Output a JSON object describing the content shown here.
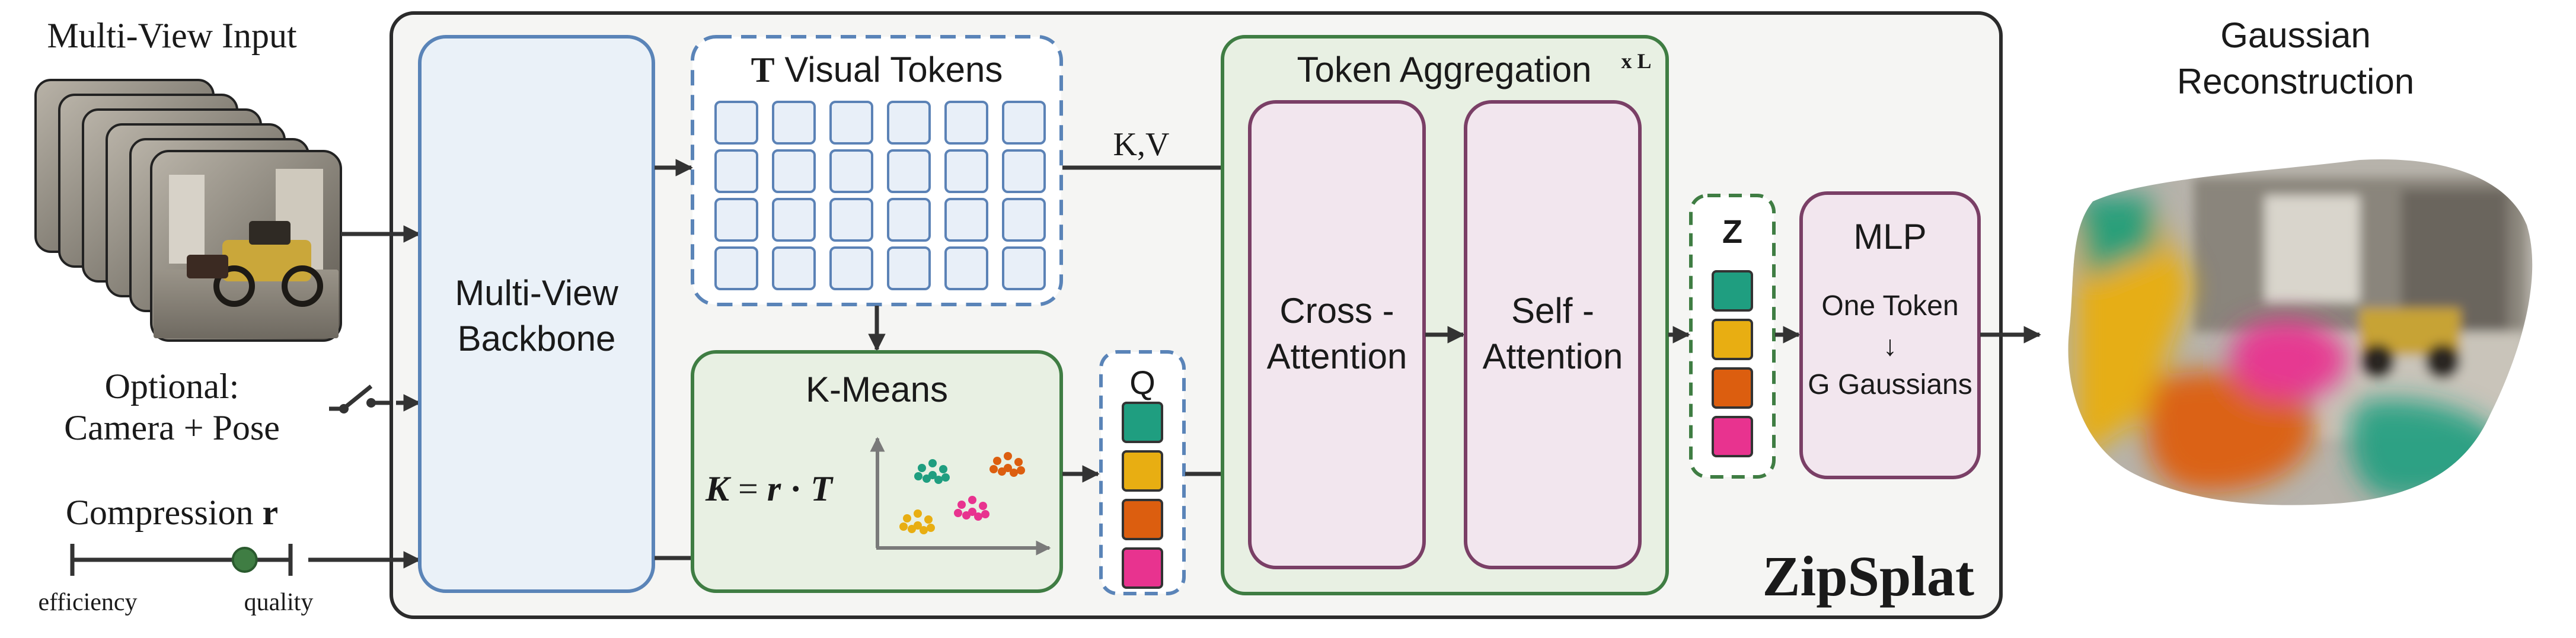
{
  "input": {
    "title": "Multi-View Input"
  },
  "optional": {
    "line1": "Optional:",
    "line2": "Camera + Pose"
  },
  "compression": {
    "label": "Compression",
    "symbol": "r",
    "low_label": "efficiency",
    "high_label": "quality",
    "level": 0.79
  },
  "backbone": {
    "line1": "Multi-View",
    "line2": "Backbone"
  },
  "visual_tokens": {
    "bold": "T",
    "label": "Visual Tokens",
    "rows": 4,
    "cols": 6
  },
  "kmeans": {
    "title": "K-Means",
    "formula_k": "K",
    "formula_eq": " = ",
    "formula_r": "r",
    "formula_dot": " · ",
    "formula_t": "T"
  },
  "q_column": {
    "label": "Q"
  },
  "kv_label": "K,V",
  "aggregation": {
    "title": "Token Aggregation",
    "repeat": "x L",
    "cross_line1": "Cross -",
    "cross_line2": "Attention",
    "self_line1": "Self -",
    "self_line2": "Attention"
  },
  "z_column": {
    "label": "Z"
  },
  "mlp": {
    "title": "MLP",
    "line1": "One Token",
    "arrow": "↓",
    "line2": "G Gaussians"
  },
  "brand": "ZipSplat",
  "output": {
    "line1": "Gaussian",
    "line2": "Reconstruction"
  },
  "colors": {
    "teal": "#1f9e80",
    "yellow": "#e8ae12",
    "orange": "#dc5e0f",
    "pink": "#e8338f",
    "frame_border": "#2b2b2b",
    "frame_fill": "#f5f5f3",
    "blue_border": "#5a84b8",
    "blue_fill": "#eaf1f8",
    "token_border": "#5b82b6",
    "token_fill": "#e8eff8",
    "green_border": "#3f7d43",
    "green_fill": "#e8f0e3",
    "purple_border": "#7a3f66",
    "purple_fill": "#f2e6ee",
    "gray_axis": "#7a7a7a",
    "arrow": "#333333"
  }
}
